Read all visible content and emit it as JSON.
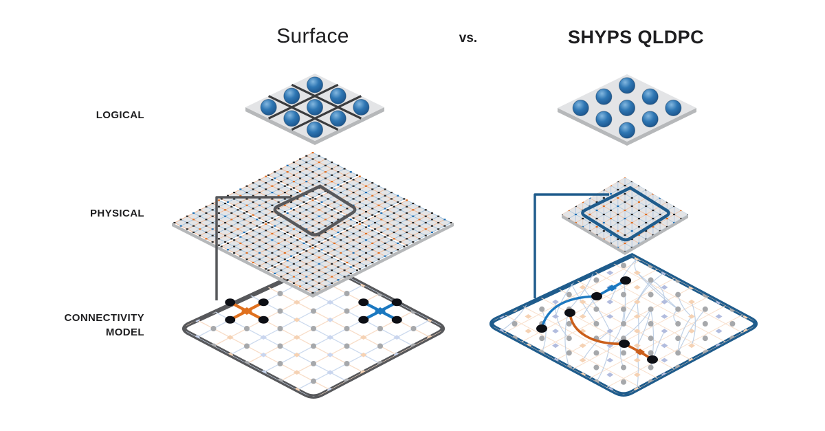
{
  "header": {
    "left_title": "Surface",
    "vs_label": "vs.",
    "right_title": "SHYPS QLDPC"
  },
  "row_labels": {
    "logical": "LOGICAL",
    "physical": "PHYSICAL",
    "connectivity_line1": "CONNECTIVITY",
    "connectivity_line2": "MODEL"
  },
  "diagram": {
    "surface": {
      "logical_qubits": 9,
      "physical_tile_blocks": 9,
      "highlighted_stabilizers": 2
    },
    "shyps": {
      "logical_qubits": 9,
      "physical_tile_blocks": 1,
      "highlighted_chains": 2
    }
  },
  "colors": {
    "dark_gray": "#57585b",
    "steel_blue": "#1f5c8c",
    "accent_orange": "#e0711f",
    "accent_blue": "#1b78c0",
    "chain_orange": "#cb5f1b",
    "plate_gray": "#e3e4e6",
    "plate_side": "#b6b8ba",
    "grid_dark": "#3b3c3e",
    "lattice_blue": "#9cc0de",
    "lattice_orange": "#f1b793",
    "dot_black": "#242424",
    "dot_orange": "#e06d1f",
    "dot_blue": "#1d6fb5",
    "pale_blue_line": "#ccdaee",
    "pale_orange_line": "#f8ddc8",
    "node_gray": "#a6a8ab",
    "node_blue": "#c9d5ee",
    "node_orange": "#f5d2b4",
    "node_lavender": "#b2bcde",
    "arc_blue": "#b5c9e2",
    "black_dot": "#0d0f15",
    "sphere_light": "#84b8e0",
    "sphere_mid": "#2f77b4",
    "sphere_dark": "#174e85"
  }
}
